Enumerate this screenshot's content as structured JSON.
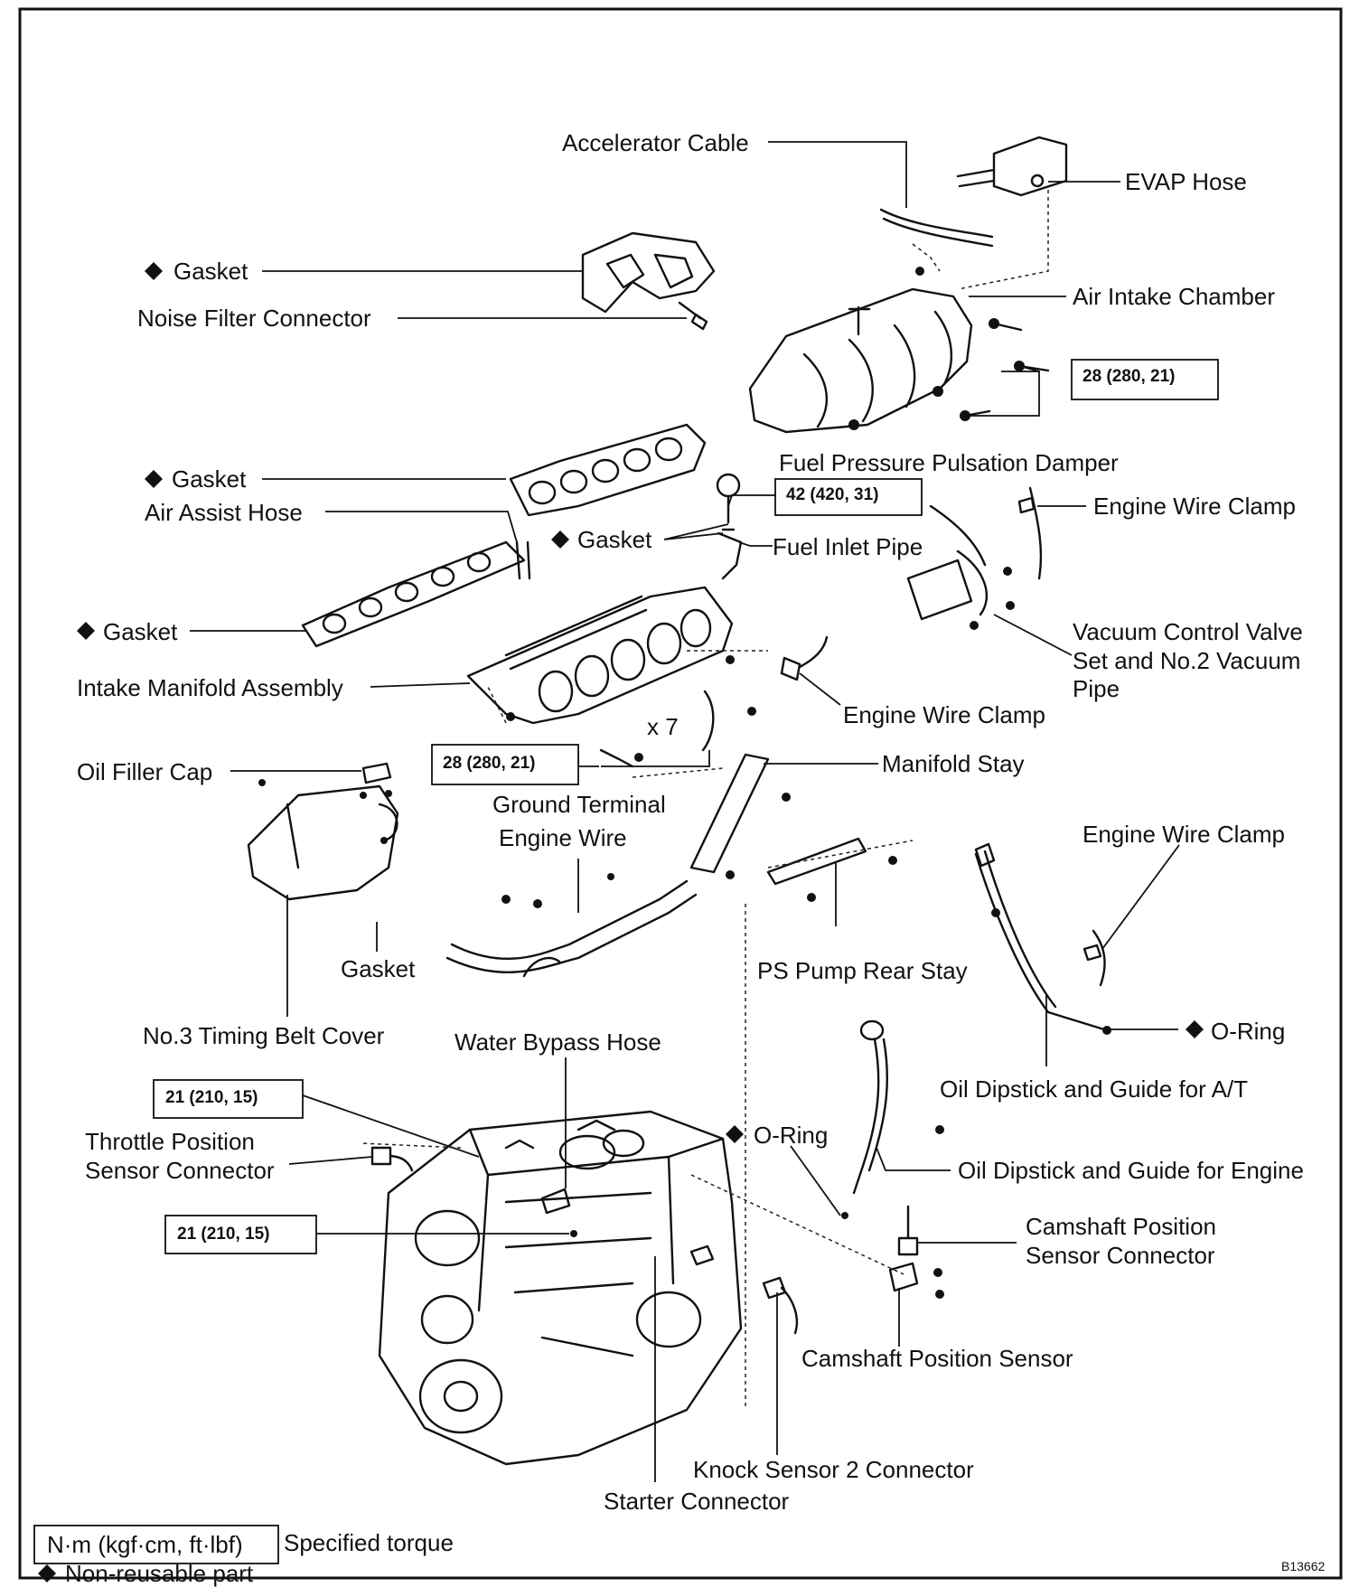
{
  "labels": {
    "accelerator_cable": "Accelerator Cable",
    "evap_hose": "EVAP Hose",
    "gasket_top": "Gasket",
    "noise_filter_connector": "Noise Filter Connector",
    "air_intake_chamber": "Air Intake Chamber",
    "fuel_pressure_pulsation_damper": "Fuel Pressure Pulsation Damper",
    "gasket_mid": "Gasket",
    "air_assist_hose": "Air Assist Hose",
    "engine_wire_clamp_1": "Engine Wire Clamp",
    "gasket_fuel": "Gasket",
    "fuel_inlet_pipe": "Fuel Inlet Pipe",
    "gasket_manifold": "Gasket",
    "vacuum_control_valve_1": "Vacuum Control Valve",
    "vacuum_control_valve_2": "Set and No.2 Vacuum",
    "vacuum_control_valve_3": "Pipe",
    "intake_manifold_assembly": "Intake Manifold Assembly",
    "engine_wire_clamp_2": "Engine Wire Clamp",
    "x7": "x 7",
    "oil_filler_cap": "Oil Filler Cap",
    "manifold_stay": "Manifold Stay",
    "ground_terminal": "Ground Terminal",
    "engine_wire": "Engine Wire",
    "engine_wire_clamp_3": "Engine Wire Clamp",
    "gasket_cover": "Gasket",
    "ps_pump_rear_stay": "PS Pump Rear Stay",
    "no3_timing_belt_cover": "No.3 Timing Belt Cover",
    "water_bypass_hose": "Water Bypass Hose",
    "o_ring_1": "O-Ring",
    "oil_dipstick_at": "Oil Dipstick and Guide for A/T",
    "throttle_position_1": "Throttle Position",
    "throttle_position_2": "Sensor Connector",
    "o_ring_2": "O-Ring",
    "oil_dipstick_engine": "Oil Dipstick and Guide for Engine",
    "camshaft_connector_1": "Camshaft Position",
    "camshaft_connector_2": "Sensor Connector",
    "camshaft_sensor": "Camshaft Position Sensor",
    "knock_sensor_2": "Knock Sensor 2 Connector",
    "starter_connector": "Starter Connector"
  },
  "torques": {
    "t1": "28 (280, 21)",
    "t2": "42 (420, 31)",
    "t3": "28 (280, 21)",
    "t4": "21 (210, 15)",
    "t5": "21 (210, 15)"
  },
  "legend": {
    "unit_box": "N·m (kgf·cm, ft·lbf)",
    "specified_torque": "Specified torque",
    "non_reusable": "Non-reusable part"
  },
  "code": "B13662"
}
